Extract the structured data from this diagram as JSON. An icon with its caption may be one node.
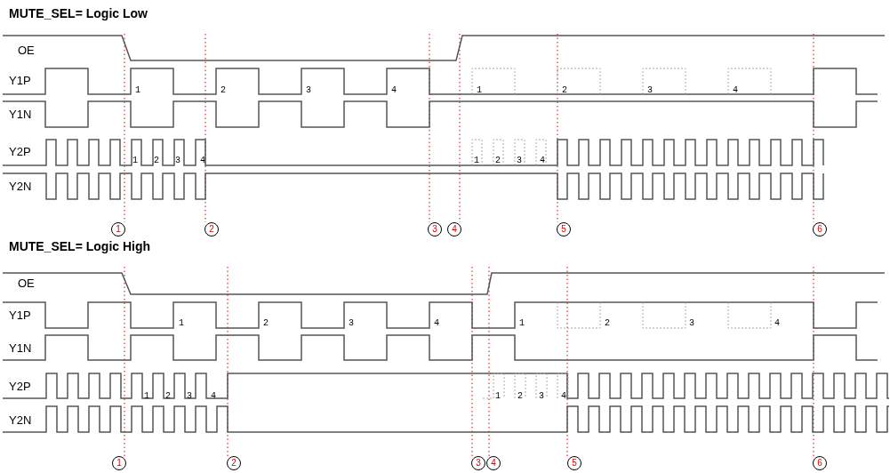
{
  "diagram": {
    "labels": [
      "MUTE_SEL= Logic Low",
      "OE",
      "Y1P",
      "1",
      "2",
      "3",
      "4",
      "1",
      "2",
      "3",
      "4",
      "Y1N",
      "Y2P",
      "1",
      "2",
      "3",
      "4",
      "1",
      "2",
      "3",
      "4",
      "Y2N",
      "1",
      "2",
      "3",
      "4",
      "5",
      "6",
      "MUTE_SEL= Logic High",
      "OE",
      "Y1P",
      "1",
      "2",
      "3",
      "4",
      "1",
      "2",
      "3",
      "4",
      "Y1N",
      "Y2P",
      "1",
      "2",
      "3",
      "4",
      "1",
      "2",
      "3",
      "4",
      "Y2N",
      "1",
      "2",
      "3",
      "4",
      "5",
      "6"
    ]
  }
}
